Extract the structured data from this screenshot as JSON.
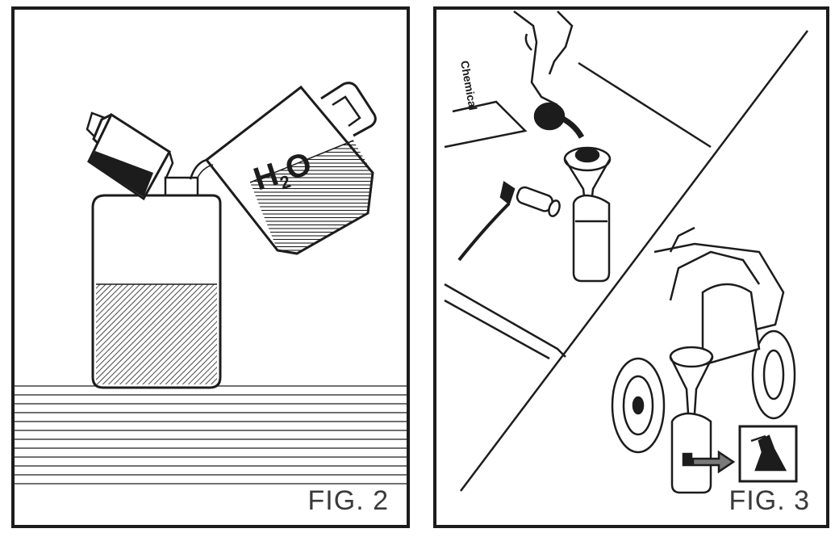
{
  "figures": {
    "fig2": {
      "label": "FIG. 2",
      "pitcher_text": {
        "h": "H",
        "sub": "2",
        "o": "O"
      }
    },
    "fig3": {
      "label": "FIG. 3",
      "bottle_text": "Chemical"
    }
  },
  "colors": {
    "line": "#1c1c1c",
    "label_text": "#3a3a3a",
    "background": "#ffffff"
  }
}
